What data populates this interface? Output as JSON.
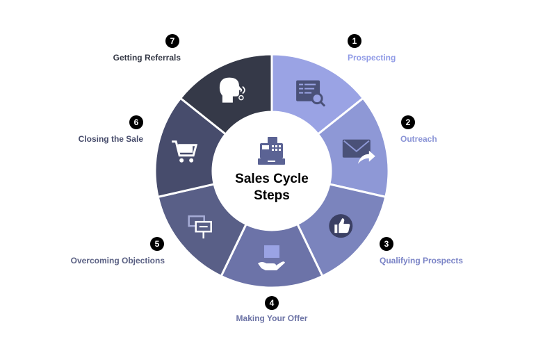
{
  "center": {
    "title_line1": "Sales Cycle",
    "title_line2": "Steps",
    "icon": "cash-register-icon"
  },
  "steps": [
    {
      "number": "1",
      "label": "Prospecting",
      "icon": "document-search-icon",
      "color": "#9aa3e4",
      "label_color": "#8f9ae6"
    },
    {
      "number": "2",
      "label": "Outreach",
      "icon": "email-forward-icon",
      "color": "#8e98d6",
      "label_color": "#8a94d6"
    },
    {
      "number": "3",
      "label": "Qualifying Prospects",
      "icon": "thumbs-up-icon",
      "color": "#7b84bd",
      "label_color": "#7a83c6"
    },
    {
      "number": "4",
      "label": "Making Your Offer",
      "icon": "hand-offer-icon",
      "color": "#6c73a8",
      "label_color": "#6d74a6"
    },
    {
      "number": "5",
      "label": "Overcoming Objections",
      "icon": "speech-signs-icon",
      "color": "#595f87",
      "label_color": "#5a6083"
    },
    {
      "number": "6",
      "label": "Closing the Sale",
      "icon": "shopping-cart-icon",
      "color": "#474c6c",
      "label_color": "#474c6b"
    },
    {
      "number": "7",
      "label": "Getting Referrals",
      "icon": "speaking-head-icon",
      "color": "#353948",
      "label_color": "#353946"
    }
  ]
}
